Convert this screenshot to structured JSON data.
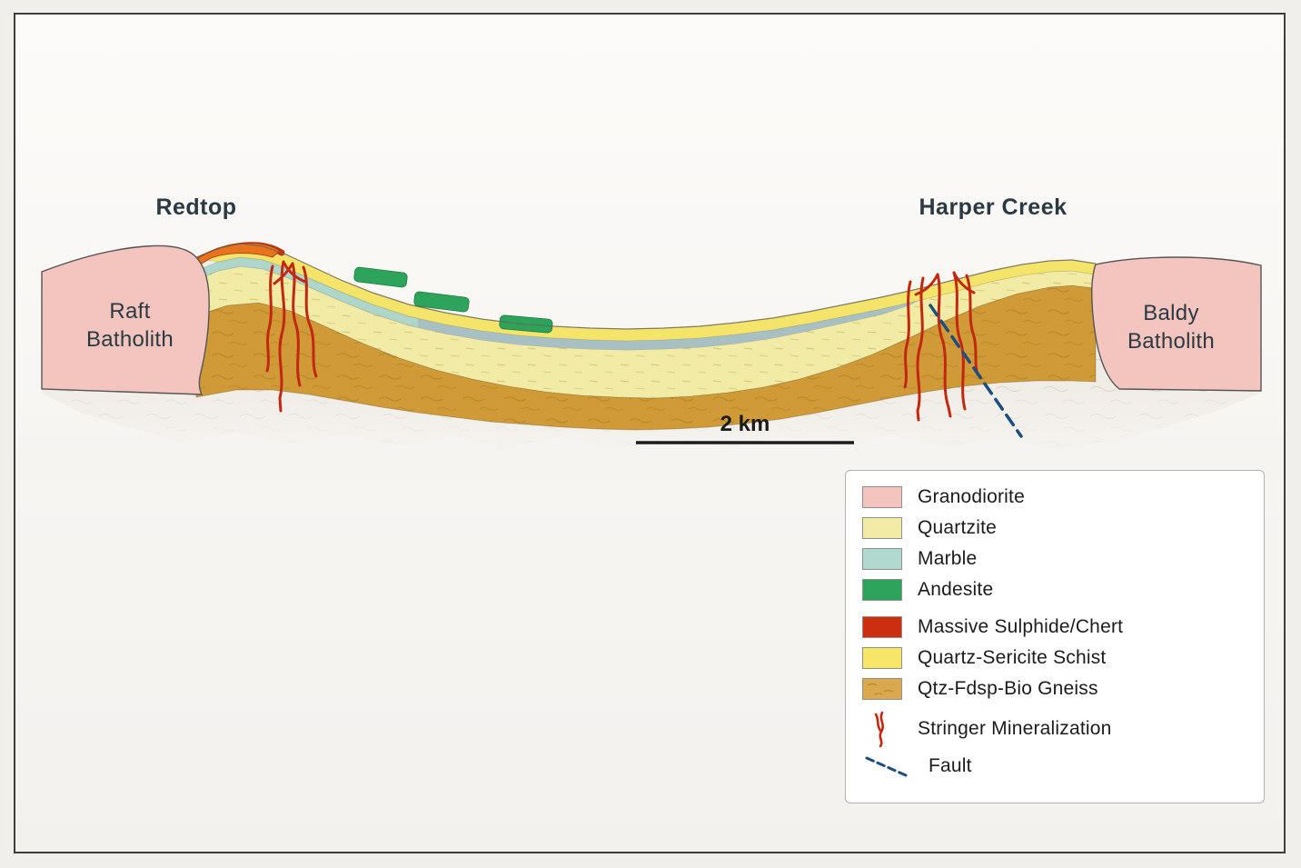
{
  "diagram": {
    "labels": {
      "redtop": "Redtop",
      "harper_creek": "Harper Creek",
      "raft_line1": "Raft",
      "raft_line2": "Batholith",
      "baldy_line1": "Baldy",
      "baldy_line2": "Batholith",
      "scale": "2 km"
    },
    "colors": {
      "granodiorite": "#f3c5be",
      "quartzite": "#f1eba6",
      "marble": "#aed6cb",
      "marble_gray": "#a7bcc3",
      "andesite": "#2da35b",
      "schist": "#f4e46a",
      "gneiss": "#d09a36",
      "sulphide_red": "#c5300f",
      "sulphide_orange": "#e8731c",
      "stringer": "#c22810",
      "fault": "#1d4e80"
    }
  },
  "legend": {
    "items": [
      {
        "label": "Granodiorite",
        "color": "#f3c5be"
      },
      {
        "label": "Quartzite",
        "color": "#f1eba6"
      },
      {
        "label": "Marble",
        "color": "#b2d9cf"
      },
      {
        "label": "Andesite",
        "color": "#2da35b"
      },
      {
        "label": "Massive Sulphide/Chert",
        "color": "#cc2f10"
      },
      {
        "label": "Quartz-Sericite Schist",
        "color": "#f6e566"
      },
      {
        "label": "Qtz-Fdsp-Bio Gneiss",
        "color": "#d8a94d"
      }
    ],
    "stringer": {
      "label": "Stringer Mineralization",
      "color": "#c22810"
    },
    "fault": {
      "label": "Fault",
      "color": "#1d4e80"
    }
  }
}
